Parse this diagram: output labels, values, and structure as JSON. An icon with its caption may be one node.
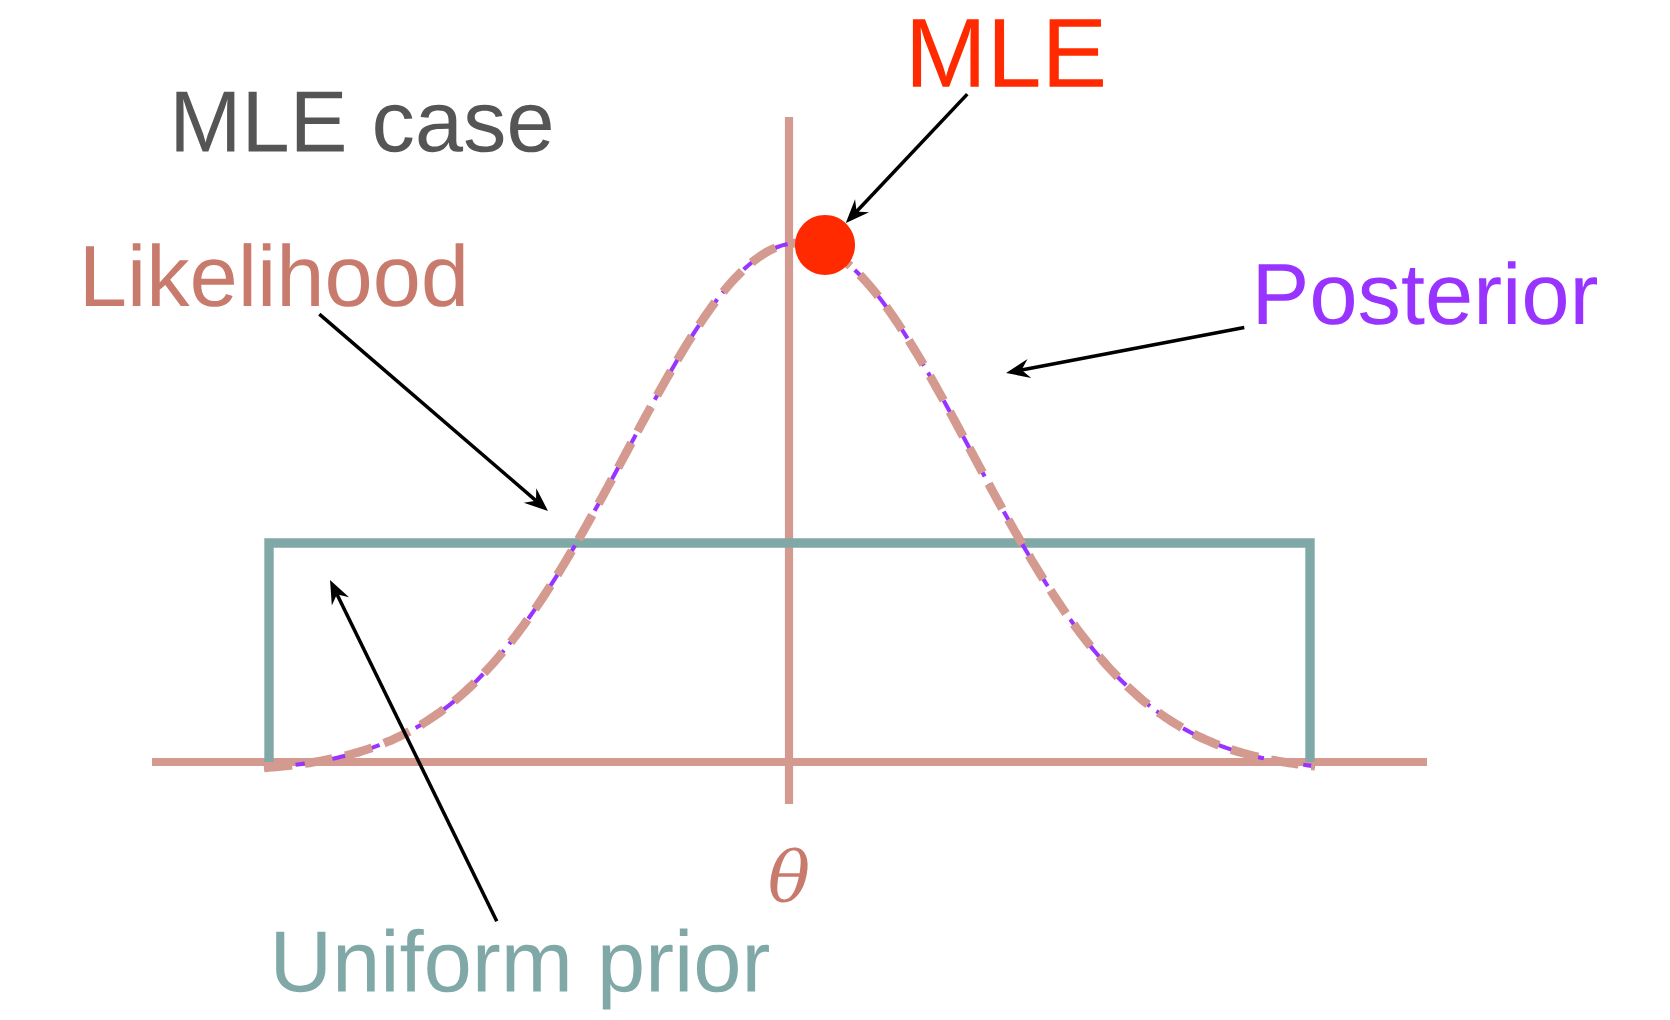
{
  "diagram": {
    "title": "MLE case",
    "nodes": [
      {
        "text": [
          "MLE"
        ]
      },
      {
        "text": [],
        "shape": "circle"
      },
      {
        "text": [
          "Likelihood"
        ]
      },
      {
        "text": [
          "Posterior"
        ]
      },
      {
        "text": [
          "Uniform prior"
        ]
      }
    ],
    "edges": [
      {
        "from": 0,
        "to": 1,
        "arrow": "to"
      },
      {
        "from": 2,
        "to": null,
        "arrow": "to"
      },
      {
        "from": 3,
        "to": null,
        "arrow": "to"
      },
      {
        "from": 4,
        "to": null,
        "arrow": "to"
      }
    ],
    "labels": [
      "θ"
    ]
  }
}
